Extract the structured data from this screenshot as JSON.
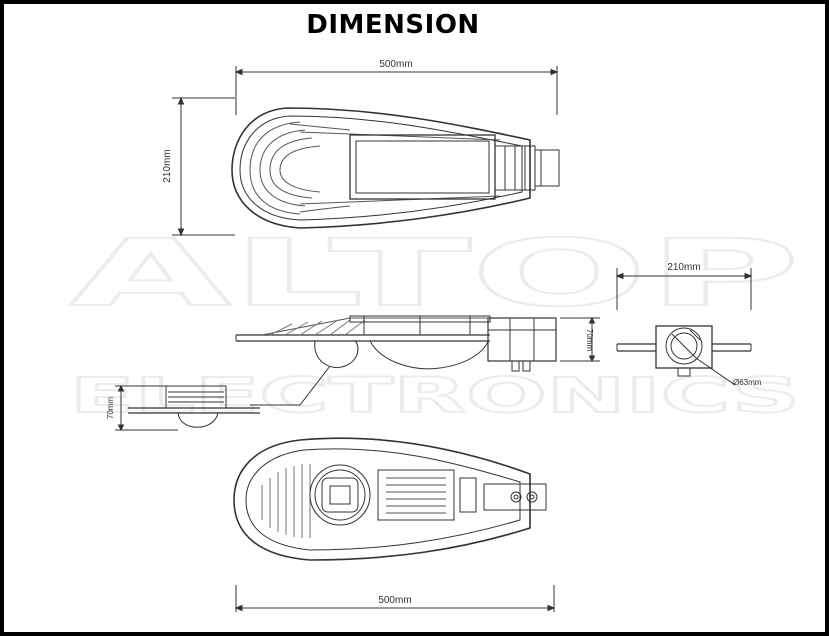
{
  "title": "DIMENSION",
  "watermark": {
    "line1": "ALTOP",
    "line2": "ELECTRONICS"
  },
  "dimensions": {
    "top_width": "500mm",
    "top_height": "210mm",
    "side_width": "210mm",
    "side_height": "70mm",
    "small_height": "70mm",
    "diameter": "Ø63mm",
    "bottom_width": "500mm"
  },
  "colors": {
    "line": "#333333",
    "frame": "#000000",
    "watermark": "#ececec"
  }
}
